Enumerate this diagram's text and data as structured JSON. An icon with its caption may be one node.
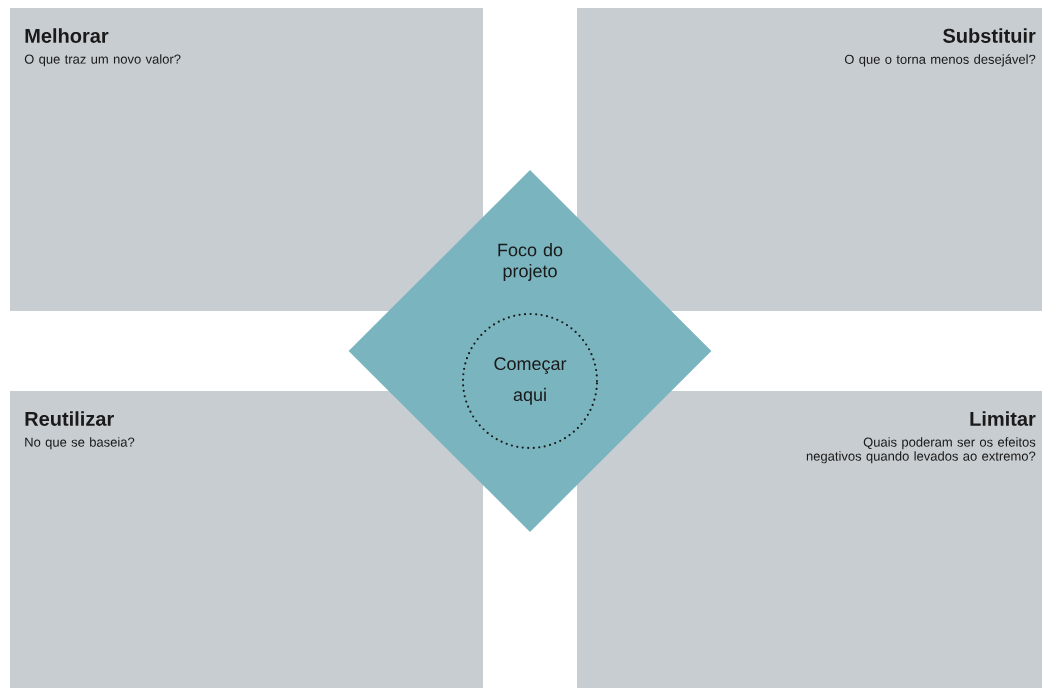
{
  "diagram": {
    "nodes": [
      {
        "text": [
          "Melhorar",
          "O que traz um novo valor?"
        ]
      },
      {
        "text": [
          "Substituir",
          "O que o torna menos desejável?"
        ]
      },
      {
        "text": [
          "Reutilizar",
          "No que se baseia?"
        ]
      },
      {
        "text": [
          "Limitar",
          "Quais poderam ser os efeitos negativos quando levados ao extremo?"
        ]
      },
      {
        "text": [
          "Foco do projeto"
        ]
      },
      {
        "text": [
          "Começar aqui"
        ],
        "in": 4
      }
    ],
    "edges": []
  }
}
